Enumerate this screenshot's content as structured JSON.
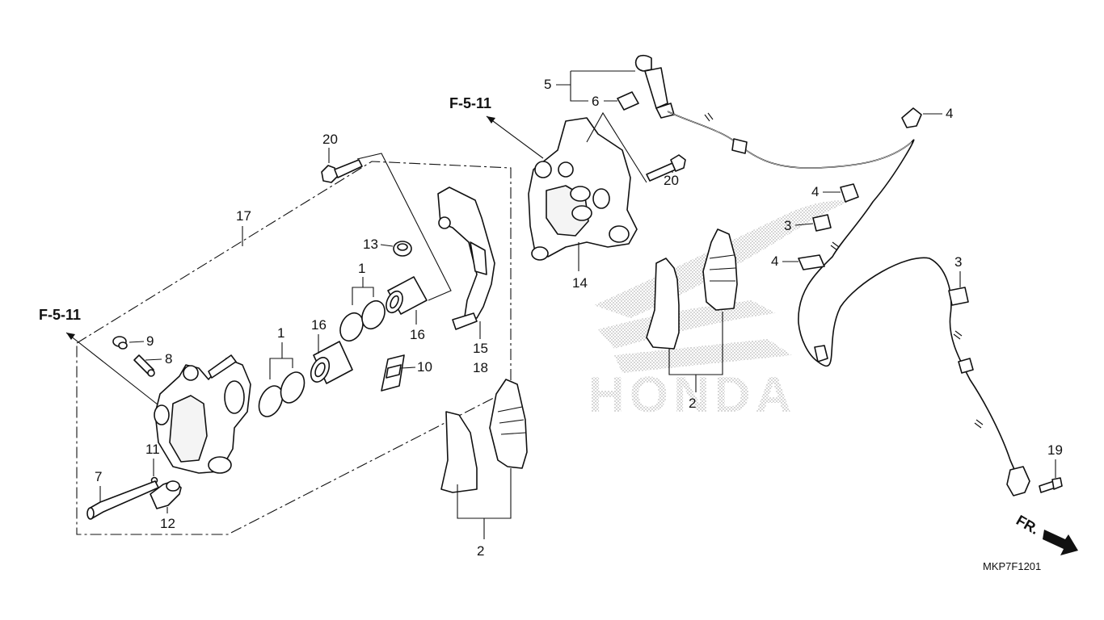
{
  "diagram": {
    "ref_left": "F-5-11",
    "ref_top": "F-5-11",
    "direction_label": "FR.",
    "figure_code": "MKP7F1201",
    "watermark": "HONDA",
    "labels": {
      "p1a": "1",
      "p1b": "1",
      "p2a": "2",
      "p2b": "2",
      "p3a": "3",
      "p3b": "3",
      "p4a": "4",
      "p4b": "4",
      "p4c": "4",
      "p5": "5",
      "p6": "6",
      "p7": "7",
      "p8": "8",
      "p9": "9",
      "p10": "10",
      "p11": "11",
      "p12": "12",
      "p13": "13",
      "p14": "14",
      "p15": "15",
      "p16a": "16",
      "p16b": "16",
      "p17": "17",
      "p18": "18",
      "p19": "19",
      "p20a": "20",
      "p20b": "20"
    }
  }
}
